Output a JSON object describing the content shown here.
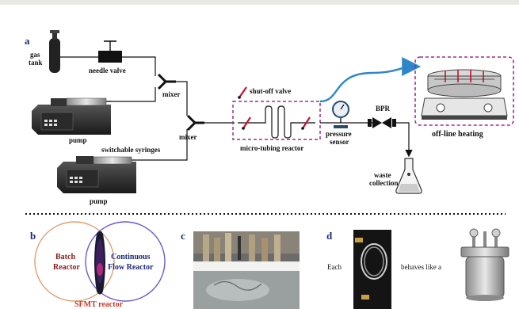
{
  "panels": {
    "a": "a",
    "b": "b",
    "c": "c",
    "d": "d"
  },
  "labels": {
    "gas_tank_line1": "gas",
    "gas_tank_line2": "tank",
    "needle_valve": "needle valve",
    "mixer_top": "mixer",
    "mixer_bottom": "mixer",
    "pump_top": "pump",
    "pump_bottom": "pump",
    "switchable_syringes": "switchable syringes",
    "shut_off_valve": "shut-off valve",
    "micro_tubing_reactor": "micro-tubing reactor",
    "pressure_sensor_line1": "pressure",
    "pressure_sensor_line2": "sensor",
    "bpr": "BPR",
    "waste_line1": "waste",
    "waste_line2": "collection",
    "offline_heating": "off-line heating",
    "batch_line1": "Batch",
    "batch_line2": "Reactor",
    "continuous_line1": "Continuous",
    "continuous_line2": "Flow Reactor",
    "sfmt_reactor": "SFMT reactor",
    "each": "Each",
    "behaves_like_a": "behaves like a"
  },
  "colors": {
    "dashed_box": "#9b2d8f",
    "flow_arrow": "#2e86c8",
    "valve_red": "#c8102e",
    "batch_circle": "#e0a070",
    "flow_circle": "#6a5acd",
    "venn_text": "#8b1a1a",
    "sfmt_text": "#c0392b"
  }
}
